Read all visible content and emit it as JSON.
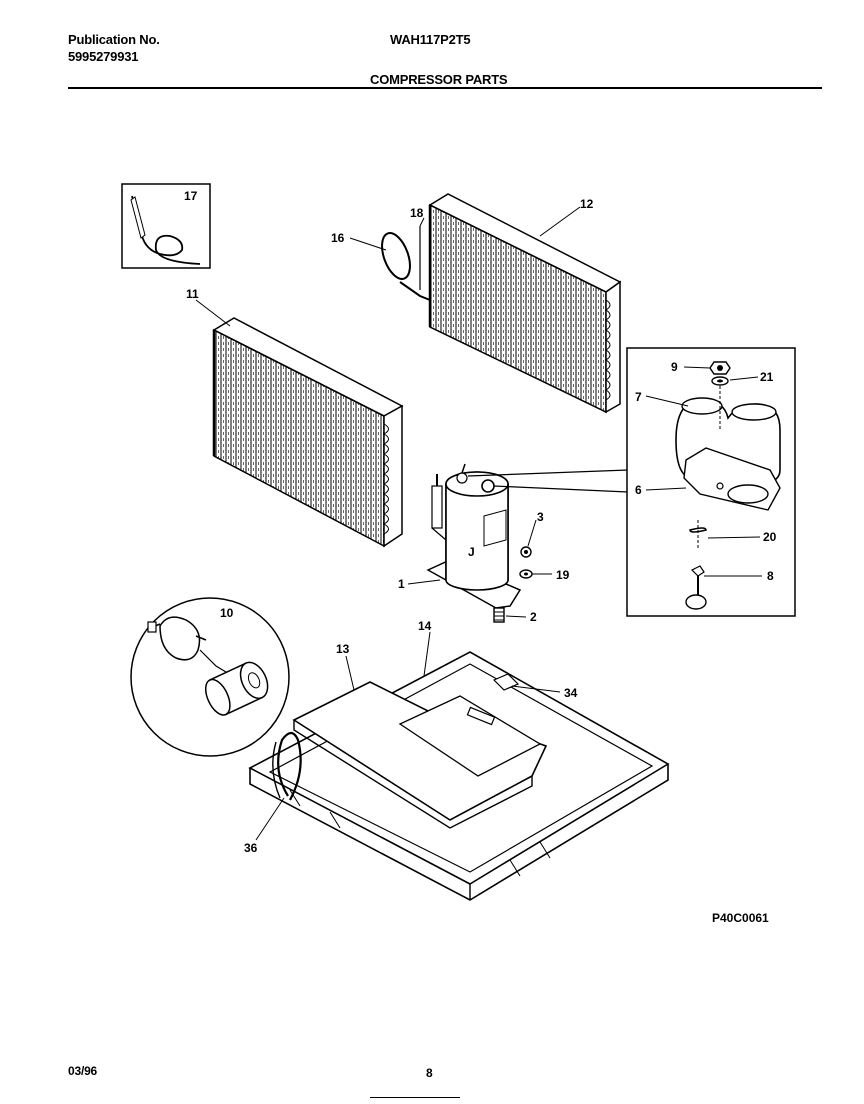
{
  "header": {
    "publication_label": "Publication No.",
    "publication_number": "5995279931",
    "model": "WAH117P2T5",
    "section_title": "COMPRESSOR PARTS"
  },
  "callouts": {
    "c1": "1",
    "c2": "2",
    "c3": "3",
    "c6": "6",
    "c7": "7",
    "c8": "8",
    "c9": "9",
    "c10": "10",
    "c11": "11",
    "c12": "12",
    "c13": "13",
    "c14": "14",
    "c16": "16",
    "c17": "17",
    "c18": "18",
    "c19": "19",
    "c20": "20",
    "c21": "21",
    "c34": "34",
    "c36": "36"
  },
  "drawing_code": "P40C0061",
  "footer": {
    "date": "03/96",
    "page": "8"
  }
}
